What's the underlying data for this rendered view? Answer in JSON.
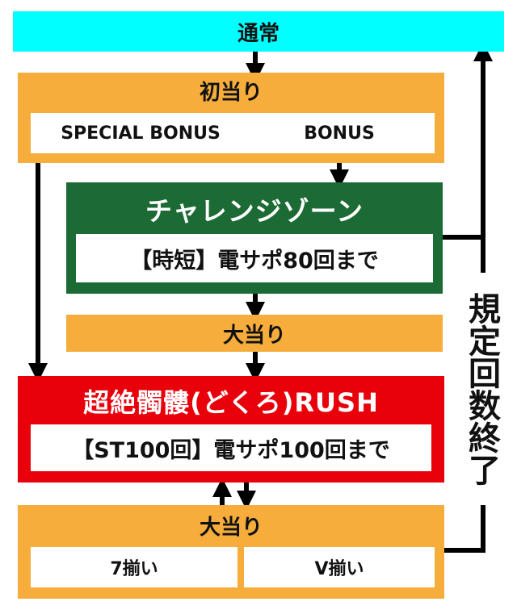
{
  "normal": "通常",
  "first_hit": {
    "title": "初当り",
    "options": [
      "SPECIAL BONUS",
      "BONUS"
    ]
  },
  "challenge": {
    "title": "チャレンジゾーン",
    "detail": "【時短】電サポ80回まで"
  },
  "big_hit_1": "大当り",
  "rush": {
    "title": "超絶髑髏(どくろ)RUSH",
    "detail": "【ST100回】電サポ100回まで"
  },
  "big_hit_2": {
    "title": "大当り",
    "options": [
      "7揃い",
      "V揃い"
    ]
  },
  "return_label": "規定回数終了",
  "colors": {
    "normal": "#00ffff",
    "hit": "#f6ad3c",
    "challenge": "#1c6b34",
    "rush": "#e8000b",
    "arrow": "#000000"
  }
}
